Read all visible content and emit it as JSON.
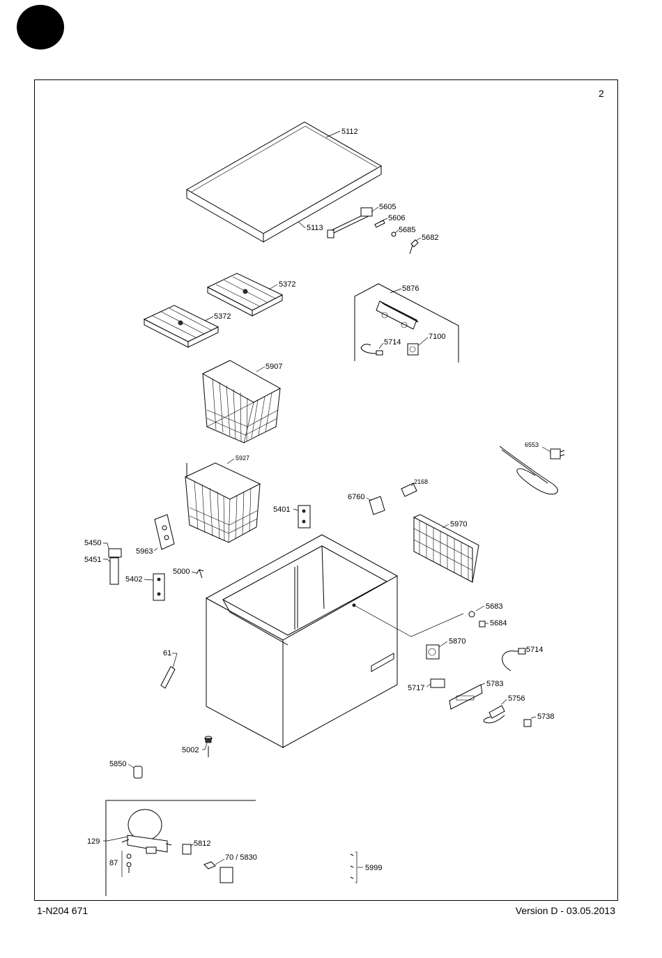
{
  "header": {
    "page_number": "2"
  },
  "footer": {
    "document_id": "1-N204 671",
    "version": "Version D - 03.05.2013"
  },
  "parts": {
    "p5112": "5112",
    "p5113": "5113",
    "p5605": "5605",
    "p5606": "5606",
    "p5685": "5685",
    "p5682": "5682",
    "p5372a": "5372",
    "p5372b": "5372",
    "p5876": "5876",
    "p5714a": "5714",
    "p7100": "7100",
    "p5907": "5907",
    "p5927": "5927",
    "p6553": "6553",
    "p2168": "2168",
    "p6760": "6760",
    "p5401": "5401",
    "p5970": "5970",
    "p5963": "5963",
    "p5450": "5450",
    "p5451": "5451",
    "p5402": "5402",
    "p5000": "5000",
    "p5683": "5683",
    "p5684": "5684",
    "p5870": "5870",
    "p61": "61",
    "p5714b": "5714",
    "p5717": "5717",
    "p5783": "5783",
    "p5756": "5756",
    "p5738": "5738",
    "p5002": "5002",
    "p5850": "5850",
    "p129": "129",
    "p87": "87",
    "p5812": "5812",
    "p70_5830": "70 / 5830",
    "p5999": "5999"
  }
}
